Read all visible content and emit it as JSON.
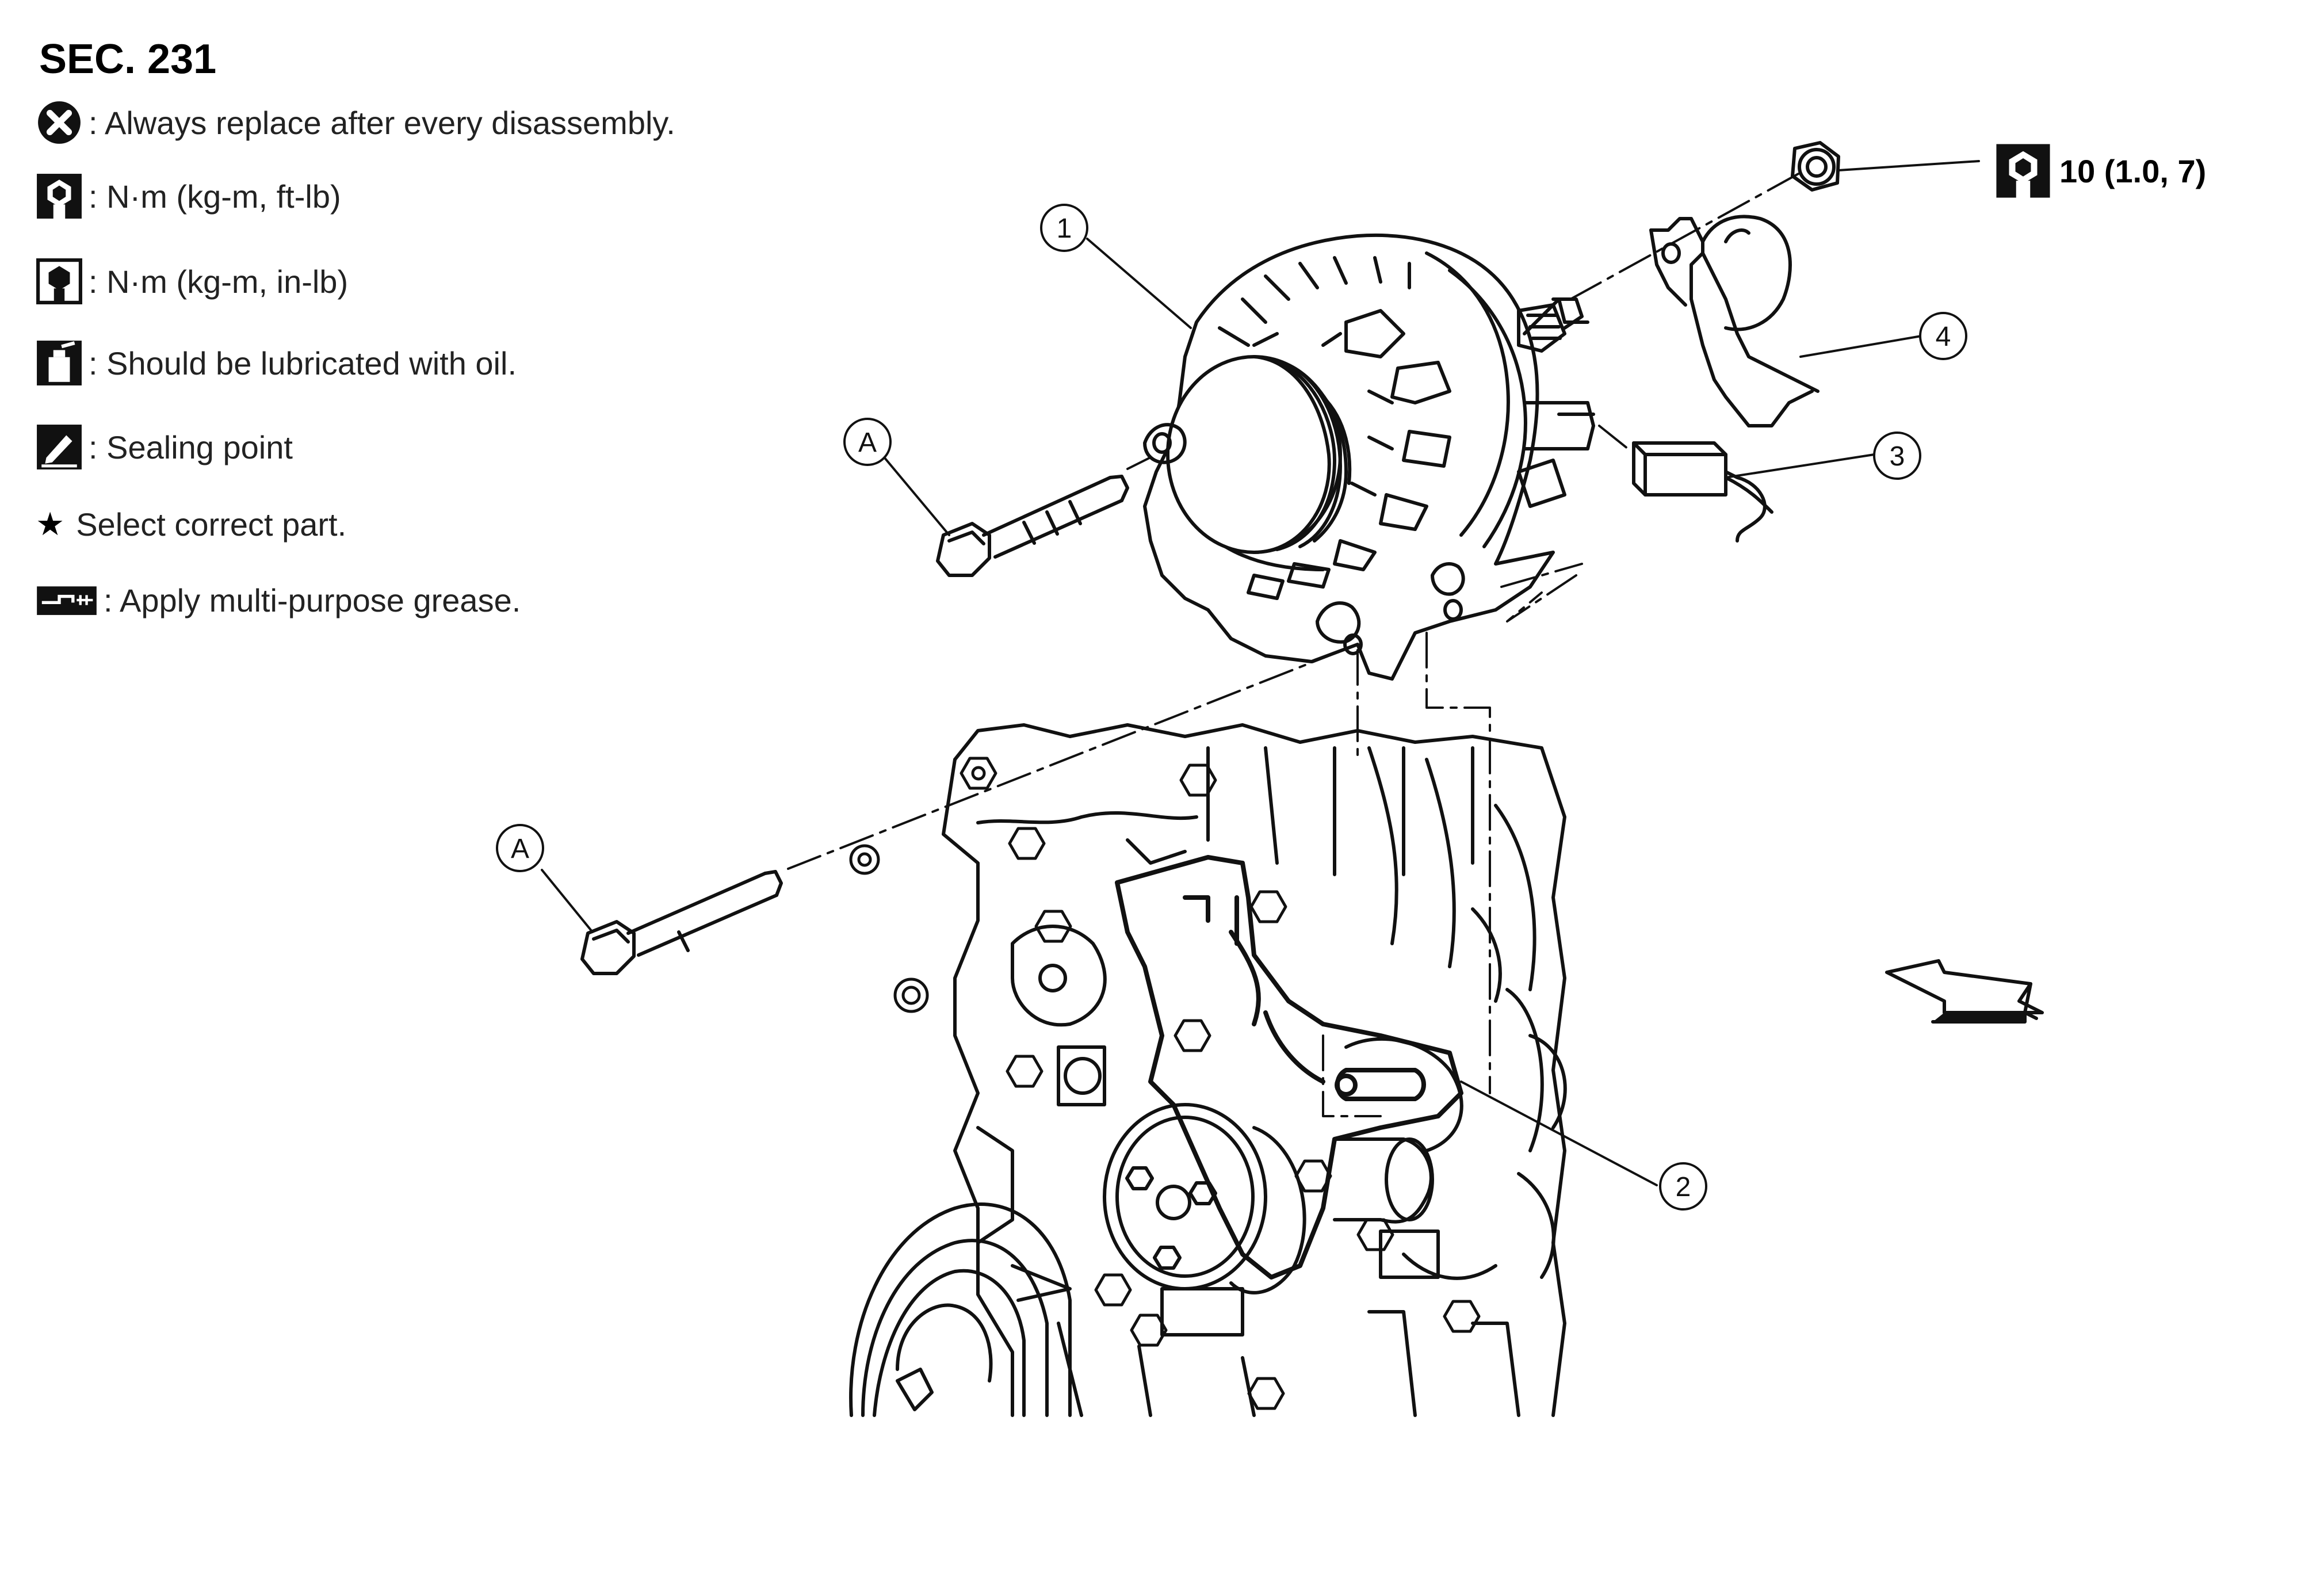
{
  "header": {
    "section": "SEC. 231"
  },
  "legend": [
    {
      "icon": "replace-part-icon",
      "text": ": Always replace after every disassembly."
    },
    {
      "icon": "torque-wrench-icon",
      "text": ": N·m (kg-m, ft-lb)"
    },
    {
      "icon": "torque-wrench-small-icon",
      "text": ": N·m (kg-m, in-lb)"
    },
    {
      "icon": "oil-can-icon",
      "text": ": Should be lubricated with oil."
    },
    {
      "icon": "sealing-point-icon",
      "text": ": Sealing point"
    },
    {
      "icon": "star-icon",
      "symbol": "★",
      "text": "Select correct part."
    },
    {
      "icon": "grease-icon",
      "text": ": Apply multi-purpose grease."
    }
  ],
  "callouts": {
    "part_1": "1",
    "part_2": "2",
    "part_3": "3",
    "part_4": "4",
    "bolt_a_upper": "A",
    "bolt_a_lower": "A"
  },
  "torque_spec": {
    "icon": "torque-wrench-icon",
    "text": "10 (1.0, 7)"
  }
}
